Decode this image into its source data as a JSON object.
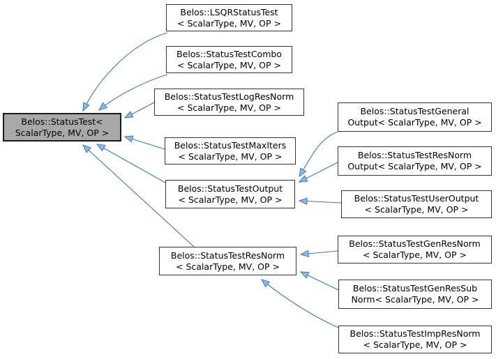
{
  "diagram": {
    "kind": "class-inheritance-graph",
    "colors": {
      "edge": "#3b7ab8",
      "arrowhead_fill": "#8abae6",
      "base_node_fill": "#a9a9a9",
      "node_fill": "#ffffff",
      "node_border": "#333333",
      "background": "#ffffff"
    }
  },
  "nodes": [
    {
      "id": "status-test",
      "line1": "Belos::StatusTest<",
      "line2": " ScalarType, MV, OP >"
    },
    {
      "id": "lsqr-status-test",
      "line1": "Belos::LSQRStatusTest",
      "line2": "< ScalarType, MV, OP >"
    },
    {
      "id": "status-test-combo",
      "line1": "Belos::StatusTestCombo",
      "line2": "< ScalarType, MV, OP >"
    },
    {
      "id": "status-test-log-res-norm",
      "line1": "Belos::StatusTestLogResNorm",
      "line2": "< ScalarType, MV, OP >"
    },
    {
      "id": "status-test-max-iters",
      "line1": "Belos::StatusTestMaxIters",
      "line2": "< ScalarType, MV, OP >"
    },
    {
      "id": "status-test-output",
      "line1": "Belos::StatusTestOutput",
      "line2": "< ScalarType, MV, OP >"
    },
    {
      "id": "status-test-res-norm",
      "line1": "Belos::StatusTestResNorm",
      "line2": "< ScalarType, MV, OP >"
    },
    {
      "id": "status-test-general-output",
      "line1": "Belos::StatusTestGeneral",
      "line2": "Output< ScalarType, MV, OP >"
    },
    {
      "id": "status-test-res-norm-output",
      "line1": "Belos::StatusTestResNorm",
      "line2": "Output< ScalarType, MV, OP >"
    },
    {
      "id": "status-test-user-output",
      "line1": "Belos::StatusTestUserOutput",
      "line2": "< ScalarType, MV, OP >"
    },
    {
      "id": "status-test-gen-res-norm",
      "line1": "Belos::StatusTestGenResNorm",
      "line2": "< ScalarType, MV, OP >"
    },
    {
      "id": "status-test-gen-res-sub-norm",
      "line1": "Belos::StatusTestGenResSub",
      "line2": "Norm< ScalarType, MV, OP >"
    },
    {
      "id": "status-test-imp-res-norm",
      "line1": "Belos::StatusTestImpResNorm",
      "line2": "< ScalarType, MV, OP >"
    }
  ],
  "edges": [
    {
      "from": "Belos::LSQRStatusTest",
      "to": "Belos::StatusTest"
    },
    {
      "from": "Belos::StatusTestCombo",
      "to": "Belos::StatusTest"
    },
    {
      "from": "Belos::StatusTestLogResNorm",
      "to": "Belos::StatusTest"
    },
    {
      "from": "Belos::StatusTestMaxIters",
      "to": "Belos::StatusTest"
    },
    {
      "from": "Belos::StatusTestOutput",
      "to": "Belos::StatusTest"
    },
    {
      "from": "Belos::StatusTestResNorm",
      "to": "Belos::StatusTest"
    },
    {
      "from": "Belos::StatusTestGeneralOutput",
      "to": "Belos::StatusTestOutput"
    },
    {
      "from": "Belos::StatusTestResNormOutput",
      "to": "Belos::StatusTestOutput"
    },
    {
      "from": "Belos::StatusTestUserOutput",
      "to": "Belos::StatusTestOutput"
    },
    {
      "from": "Belos::StatusTestGenResNorm",
      "to": "Belos::StatusTestResNorm"
    },
    {
      "from": "Belos::StatusTestGenResSubNorm",
      "to": "Belos::StatusTestResNorm"
    },
    {
      "from": "Belos::StatusTestImpResNorm",
      "to": "Belos::StatusTestResNorm"
    }
  ]
}
